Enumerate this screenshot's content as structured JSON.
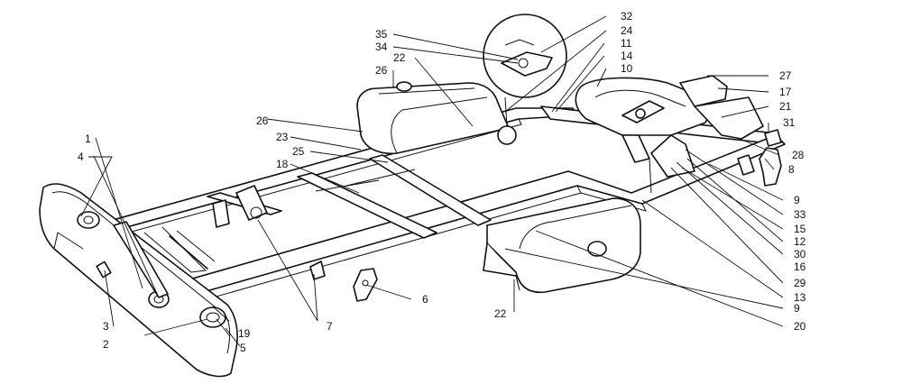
{
  "callouts": [
    {
      "id": "c1",
      "text": "1"
    },
    {
      "id": "c2",
      "text": "2"
    },
    {
      "id": "c3",
      "text": "3"
    },
    {
      "id": "c4",
      "text": "4"
    },
    {
      "id": "c5",
      "text": "5"
    },
    {
      "id": "c6",
      "text": "6"
    },
    {
      "id": "c7",
      "text": "7"
    },
    {
      "id": "c8",
      "text": "8"
    },
    {
      "id": "c9a",
      "text": "9"
    },
    {
      "id": "c9b",
      "text": "9"
    },
    {
      "id": "c10",
      "text": "10"
    },
    {
      "id": "c11",
      "text": "11"
    },
    {
      "id": "c12",
      "text": "12"
    },
    {
      "id": "c13",
      "text": "13"
    },
    {
      "id": "c14",
      "text": "14"
    },
    {
      "id": "c15",
      "text": "15"
    },
    {
      "id": "c16",
      "text": "16"
    },
    {
      "id": "c17",
      "text": "17"
    },
    {
      "id": "c18",
      "text": "18"
    },
    {
      "id": "c19",
      "text": "19"
    },
    {
      "id": "c20",
      "text": "20"
    },
    {
      "id": "c21",
      "text": "21"
    },
    {
      "id": "c22a",
      "text": "22"
    },
    {
      "id": "c22b",
      "text": "22"
    },
    {
      "id": "c23",
      "text": "23"
    },
    {
      "id": "c24",
      "text": "24"
    },
    {
      "id": "c25",
      "text": "25"
    },
    {
      "id": "c26a",
      "text": "26"
    },
    {
      "id": "c26b",
      "text": "26"
    },
    {
      "id": "c27",
      "text": "27"
    },
    {
      "id": "c28",
      "text": "28"
    },
    {
      "id": "c29",
      "text": "29"
    },
    {
      "id": "c30",
      "text": "30"
    },
    {
      "id": "c31",
      "text": "31"
    },
    {
      "id": "c32",
      "text": "32"
    },
    {
      "id": "c33",
      "text": "33"
    },
    {
      "id": "c34",
      "text": "34"
    },
    {
      "id": "c35",
      "text": "35"
    }
  ]
}
